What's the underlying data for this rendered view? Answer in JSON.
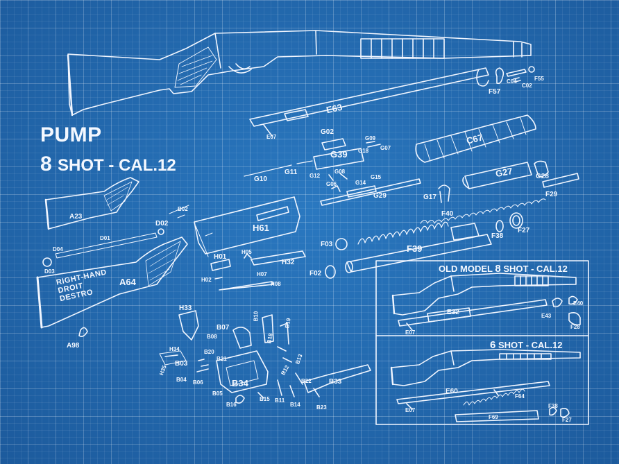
{
  "title": {
    "line1": "PUMP",
    "line2_num": "8",
    "line2_text": "SHOT - CAL.12"
  },
  "stock_stamp": {
    "line1": "RIGHT-HAND",
    "line2": "DROIT",
    "line3": "DESTRO"
  },
  "parts": {
    "E63": "E63",
    "E07": "E07",
    "F57": "F57",
    "C04": "C04",
    "C02": "C02",
    "F55": "F55",
    "C67": "C67",
    "G02": "G02",
    "G09": "G09",
    "G18": "G18",
    "G07": "G07",
    "G39": "G39",
    "G10": "G10",
    "G11": "G11",
    "G12": "G12",
    "G08": "G08",
    "G06": "G06",
    "G14": "G14",
    "G15": "G15",
    "G29": "G29",
    "G27": "G27",
    "G28": "G28",
    "G17": "G17",
    "F29": "F29",
    "F40": "F40",
    "F38": "F38",
    "F27": "F27",
    "F03": "F03",
    "F39": "F39",
    "F02": "F02",
    "A23": "A23",
    "B02": "B02",
    "D02": "D02",
    "D01": "D01",
    "D04": "D04",
    "D03": "D03",
    "H61": "H61",
    "H01": "H01",
    "H05": "H05",
    "H32": "H32",
    "H02": "H02",
    "H07": "H07",
    "H08": "H08",
    "A64": "A64",
    "A98": "A98",
    "H33": "H33",
    "B07": "B07",
    "B10": "B10",
    "B19": "B19",
    "B08": "B08",
    "B18": "B18",
    "H34": "H34",
    "B20": "B20",
    "B21": "B21",
    "B03": "B03",
    "B13": "B13",
    "B12": "B12",
    "H35": "H35",
    "B04": "B04",
    "B06": "B06",
    "B34": "B34",
    "B22": "B22",
    "B33": "B33",
    "B05": "B05",
    "B15": "B15",
    "B16": "B16",
    "B11": "B11",
    "B14": "B14",
    "B23": "B23"
  },
  "inset_old": {
    "title_pre": "OLD MODEL",
    "title_num": "8",
    "title_post": "SHOT - CAL.12",
    "E32": "E32",
    "E40": "E40",
    "E43": "E43",
    "F28": "F28",
    "E07": "E07"
  },
  "inset_6": {
    "title_num": "6",
    "title_post": "SHOT - CAL.12",
    "E60": "E60",
    "F64": "F64",
    "F38": "F38",
    "F27": "F27",
    "E07": "E07",
    "F69": "F69"
  }
}
